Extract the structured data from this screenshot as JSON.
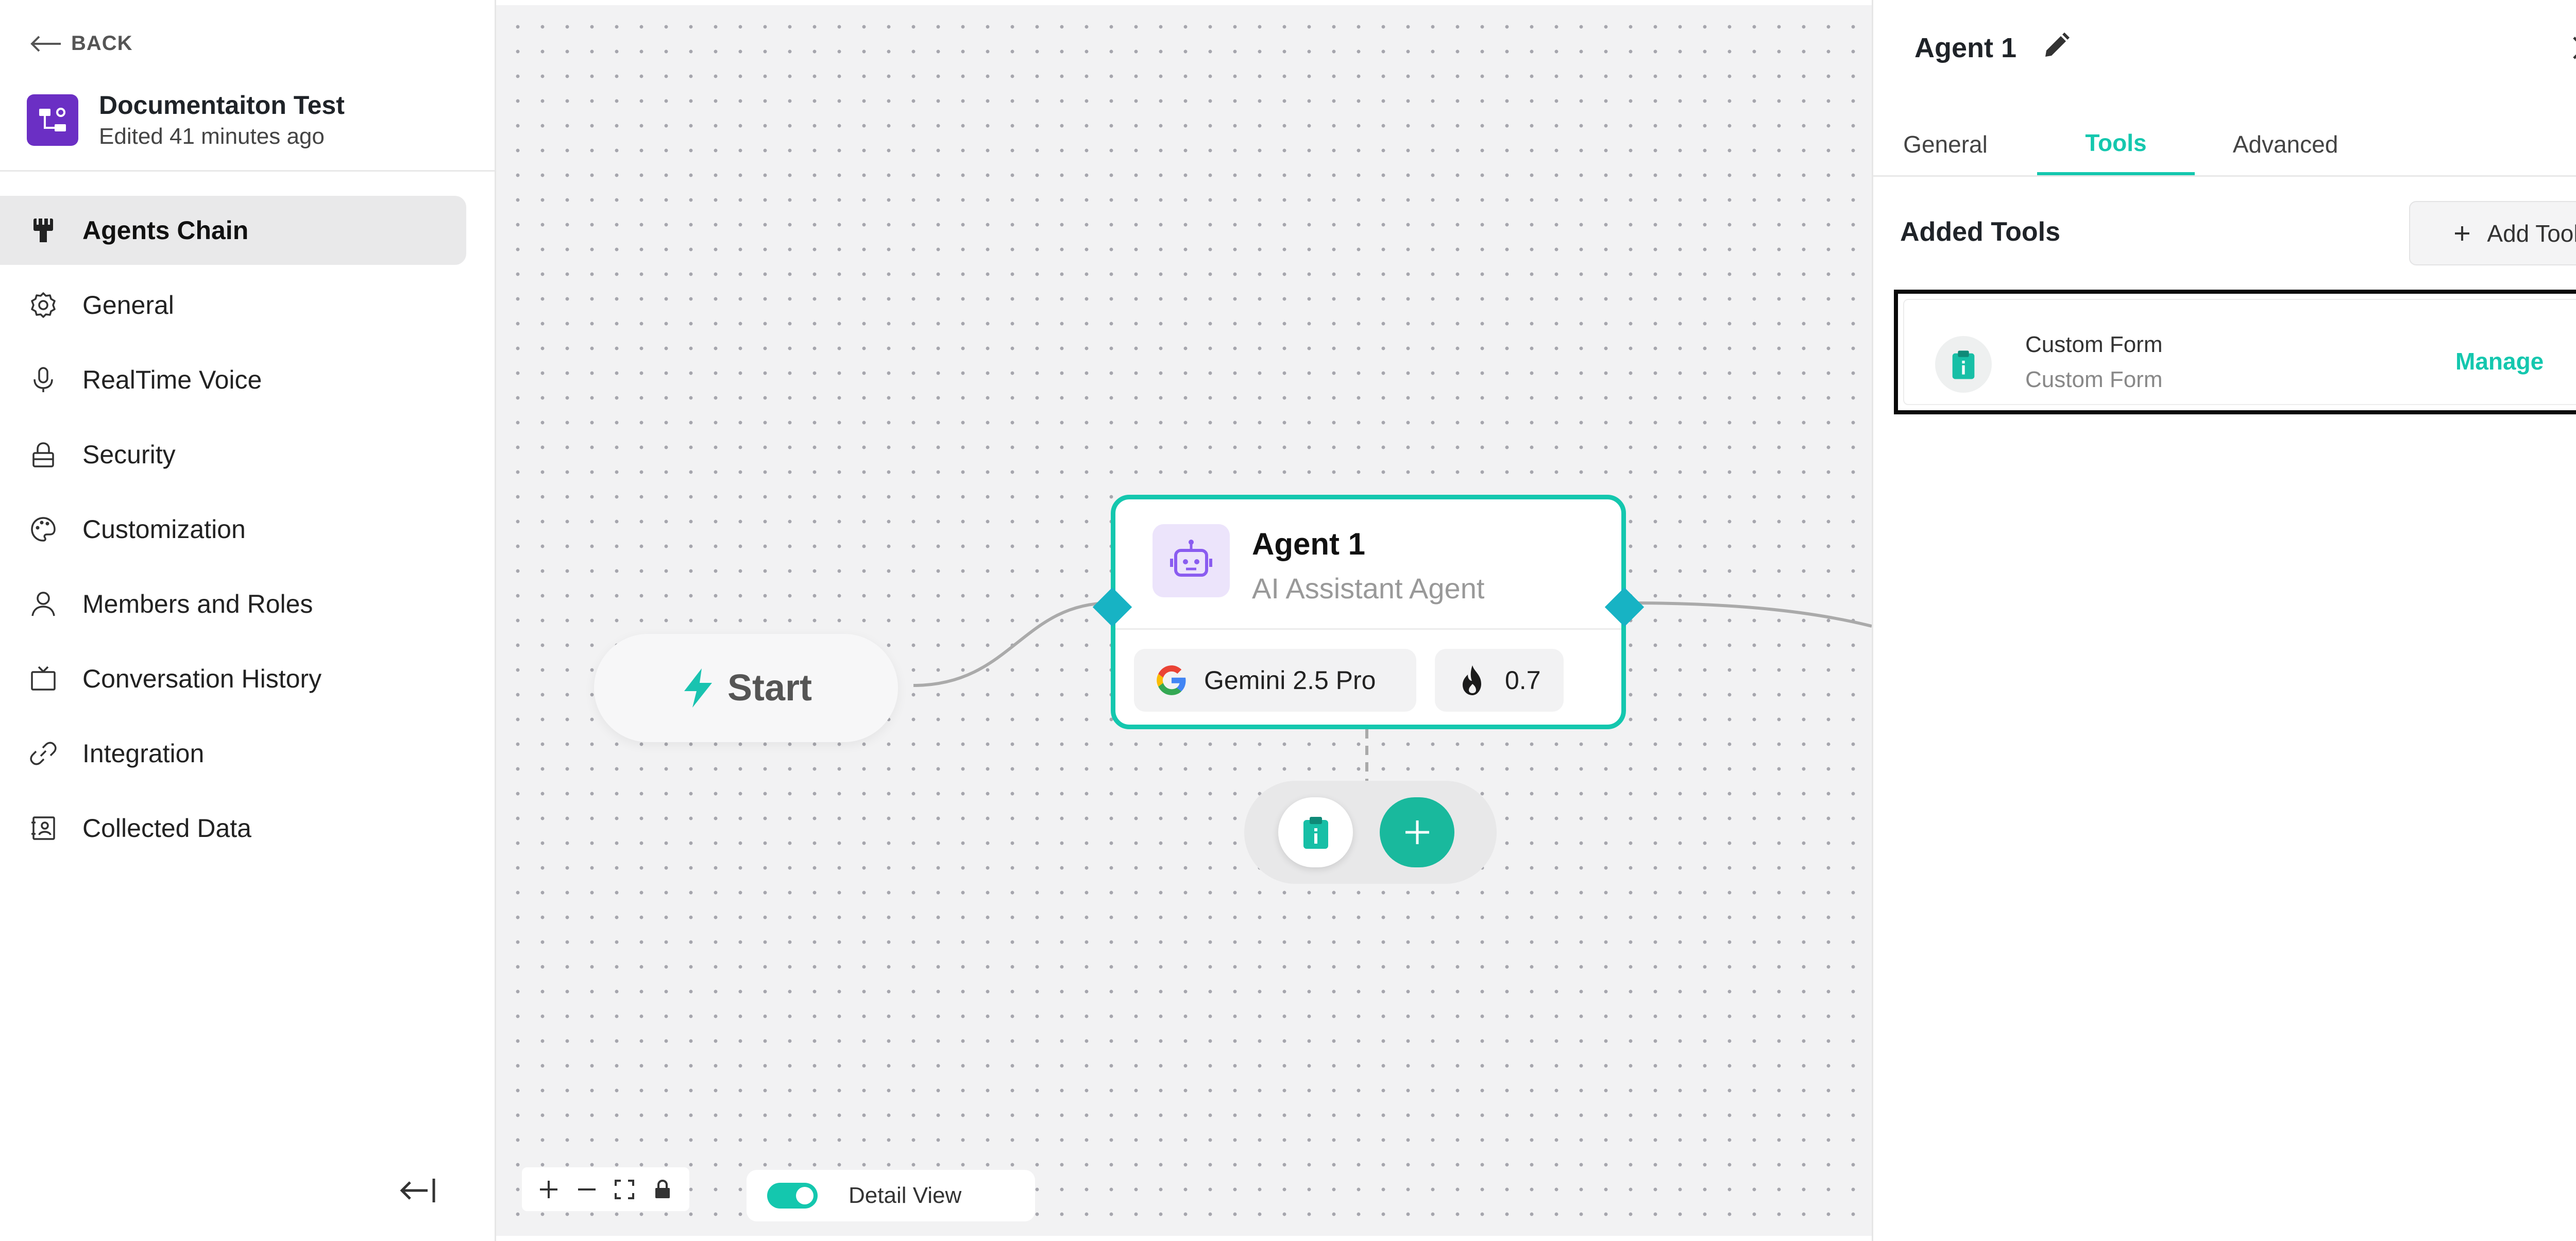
{
  "sidebar": {
    "back_label": "BACK",
    "project": {
      "title": "Documentaiton Test",
      "subtitle": "Edited 41 minutes ago"
    },
    "items": [
      {
        "label": "Agents Chain",
        "icon": "agents-chain-icon",
        "active": true
      },
      {
        "label": "General",
        "icon": "gear-icon"
      },
      {
        "label": "RealTime Voice",
        "icon": "microphone-icon"
      },
      {
        "label": "Security",
        "icon": "lock-icon"
      },
      {
        "label": "Customization",
        "icon": "palette-icon"
      },
      {
        "label": "Members and Roles",
        "icon": "user-icon"
      },
      {
        "label": "Conversation History",
        "icon": "tv-icon"
      },
      {
        "label": "Integration",
        "icon": "link-icon"
      },
      {
        "label": "Collected Data",
        "icon": "contact-book-icon"
      }
    ]
  },
  "canvas": {
    "start_label": "Start",
    "agent": {
      "name": "Agent 1",
      "type": "AI Assistant Agent",
      "model": "Gemini 2.5 Pro",
      "temperature": "0.7"
    },
    "detail_view_label": "Detail View",
    "detail_view_on": true
  },
  "panel": {
    "title": "Agent 1",
    "tabs": [
      {
        "label": "General"
      },
      {
        "label": "Tools",
        "active": true
      },
      {
        "label": "Advanced"
      }
    ],
    "added_tools_title": "Added Tools",
    "add_tools_label": "Add Tools",
    "tools": [
      {
        "name": "Custom Form",
        "description": "Custom Form",
        "action": "Manage"
      }
    ]
  },
  "colors": {
    "accent": "#14c7ae",
    "brand": "#6b2fc4",
    "handle": "#17b3c4"
  }
}
